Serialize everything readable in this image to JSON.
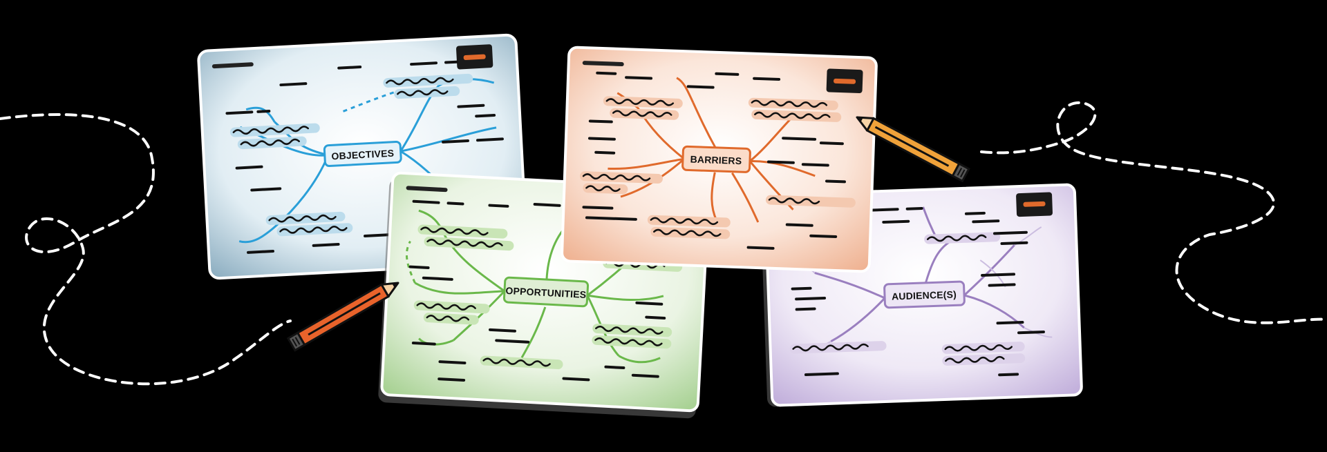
{
  "colors": {
    "background": "#000000",
    "objectives": "#2a9fd8",
    "opportunities": "#6ab84a",
    "barriers": "#e06a2c",
    "audiences": "#9a7fbf",
    "ink": "#111111",
    "pencil_body": "#e8632b",
    "pencil_alt": "#f0a23a"
  },
  "cards": {
    "objectives": {
      "label": "OBJECTIVES",
      "icon": "mind-map-card"
    },
    "opportunities": {
      "label": "OPPORTUNITIES",
      "icon": "mind-map-card"
    },
    "barriers": {
      "label": "BARRIERS",
      "icon": "mind-map-card"
    },
    "audiences": {
      "label": "AUDIENCE(S)",
      "icon": "mind-map-card"
    }
  },
  "icons": [
    "pencil-icon",
    "dashed-path"
  ]
}
